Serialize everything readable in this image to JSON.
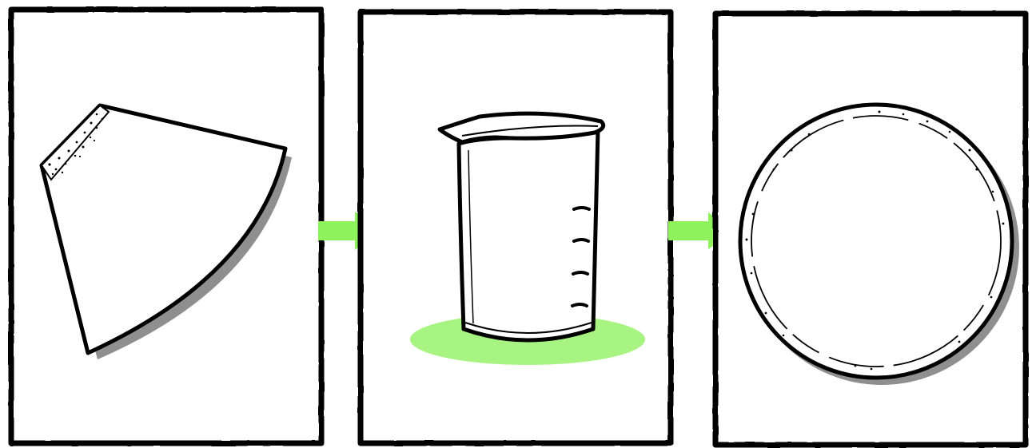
{
  "panels": [
    {
      "name": "filter-paper-sector-panel",
      "icon": "filter-paper-sector-icon"
    },
    {
      "name": "beaker-panel",
      "icon": "measuring-beaker-icon"
    },
    {
      "name": "round-plate-panel",
      "icon": "round-plate-icon"
    }
  ],
  "arrows": [
    "arrow-right-icon",
    "arrow-right-icon"
  ],
  "colors": {
    "outline": "#000000",
    "panel_fill": "#ffffff",
    "shadow": "#8f8f8f",
    "accent_green": "#8df25c",
    "glow_green": "#a8f483"
  }
}
